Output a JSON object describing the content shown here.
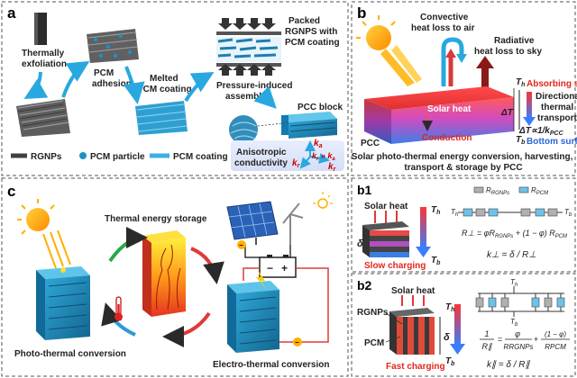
{
  "panel_a": {
    "label": "a",
    "thermally_exfoliation": [
      "Thermally",
      "exfoliation"
    ],
    "pcm_adhesion": [
      "PCM",
      "adhesion"
    ],
    "melted_pcm_coating": [
      "Melted",
      "PCM coating"
    ],
    "packed": [
      "Packed",
      "RGNPS with",
      "PCM coating"
    ],
    "pressure_induced": [
      "Pressure-induced",
      "assembly"
    ],
    "pcc_block": "PCC block",
    "anisotropic": [
      "Anisotropic",
      "conductivity"
    ],
    "k_labels": {
      "k_a": "k",
      "sub_a": "a",
      "k_r": "k",
      "sub_r": "r",
      "relation": "k",
      "relation_rest": "r",
      "gg": " » ",
      "ka_end": "k",
      "ka_end_sub": "a"
    },
    "legend": [
      {
        "text": "RGNPs",
        "color": "#404040"
      },
      {
        "text": "PCM particle",
        "color": "#1e90c8"
      },
      {
        "text": "PCM coating",
        "color": "#3ab0e0"
      }
    ]
  },
  "panel_b": {
    "label": "b",
    "convective": [
      "Convective",
      "heat loss to air"
    ],
    "radiative": [
      "Radiative",
      "heat loss to sky"
    ],
    "absorbing": "Absorbing surface",
    "directional": [
      "Directional",
      "thermal",
      "transport"
    ],
    "delta_t": "ΔT",
    "proportional": "ΔT∝1/k",
    "proportional_sub": "PCC",
    "solar_heat": "Solar heat",
    "conduction": "Conduction",
    "pcc": "PCC",
    "bottom": "Bottom surface",
    "th": "T",
    "th_sub": "h",
    "tb": "T",
    "tb_sub": "b",
    "caption": [
      "Solar photo-thermal energy conversion, harvesting,",
      "transport & storage by PCC"
    ]
  },
  "panel_c": {
    "label": "c",
    "storage": "Thermal energy storage",
    "photo": "Photo-thermal conversion",
    "electro": "Electro-thermal conversion",
    "battery_minus": "−",
    "battery_plus": "+"
  },
  "panel_b1": {
    "label": "b1",
    "solar_heat": "Solar heat",
    "slow": "Slow charging",
    "delta": "δ",
    "th": "T",
    "th_sub": "h",
    "tb": "T",
    "tb_sub": "b",
    "legend_a": "R",
    "legend_a_sub": "RGNPs",
    "legend_b": "R",
    "legend_b_sub": "PCM",
    "eq1": "R⊥ = φR",
    "eq1_sub1": "RGNPs",
    "eq1_mid": " + (1 − φ) R",
    "eq1_sub2": "PCM",
    "eq2": "k⊥ = δ / R⊥"
  },
  "panel_b2": {
    "label": "b2",
    "solar_heat": "Solar heat",
    "rgnps": "RGNPs",
    "pcm": "PCM",
    "fast": "Fast charging",
    "delta": "δ",
    "th": "T",
    "th_sub": "h",
    "tb": "T",
    "tb_sub": "b",
    "eq_left": "1",
    "eq_left_den": "R∥",
    "eq_mid_num": "φ",
    "eq_mid_den": "RRGNPs",
    "eq_right_num": "(1 − φ)",
    "eq_right_den": "RPCM",
    "eq2": "k∥ = δ / R∥"
  }
}
